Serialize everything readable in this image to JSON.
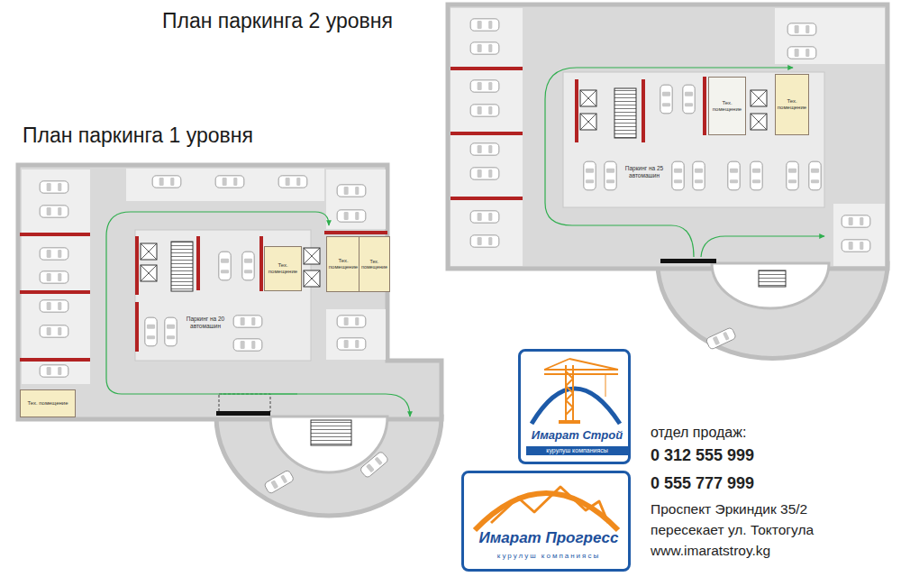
{
  "diagram": {
    "nodes": [
      {
        "text": [
          "План паркинга 2 уровня",
          "Паркинг на 25 автомашин"
        ]
      },
      {
        "text": [
          "Тех. помещение"
        ],
        "in": 0
      },
      {
        "text": [
          "Тех. помещение"
        ],
        "in": 0
      },
      {
        "text": [
          "План паркинга 1 уровня",
          "Паркинг на 20 автомашин"
        ]
      },
      {
        "text": [
          "Тех. помещение"
        ],
        "in": 3
      },
      {
        "text": [
          "Тех. помещение"
        ],
        "in": 3
      },
      {
        "text": [
          "Тех. помещение"
        ],
        "in": 3
      },
      {
        "text": [
          "Тех. помещение"
        ],
        "in": 3
      },
      {
        "text": [
          "Имарат Строй",
          "курулуш компаниясы"
        ]
      },
      {
        "text": [
          "Имарат Прогресс",
          "курулуш компаниясы"
        ]
      }
    ],
    "labels": [
      "отдел продаж:",
      "0 312 555 999",
      "0 555 777 999",
      "Проспект Эркиндик 35/2",
      "пересекает ул. Токтогула",
      "www.imaratstroy.kg"
    ]
  }
}
